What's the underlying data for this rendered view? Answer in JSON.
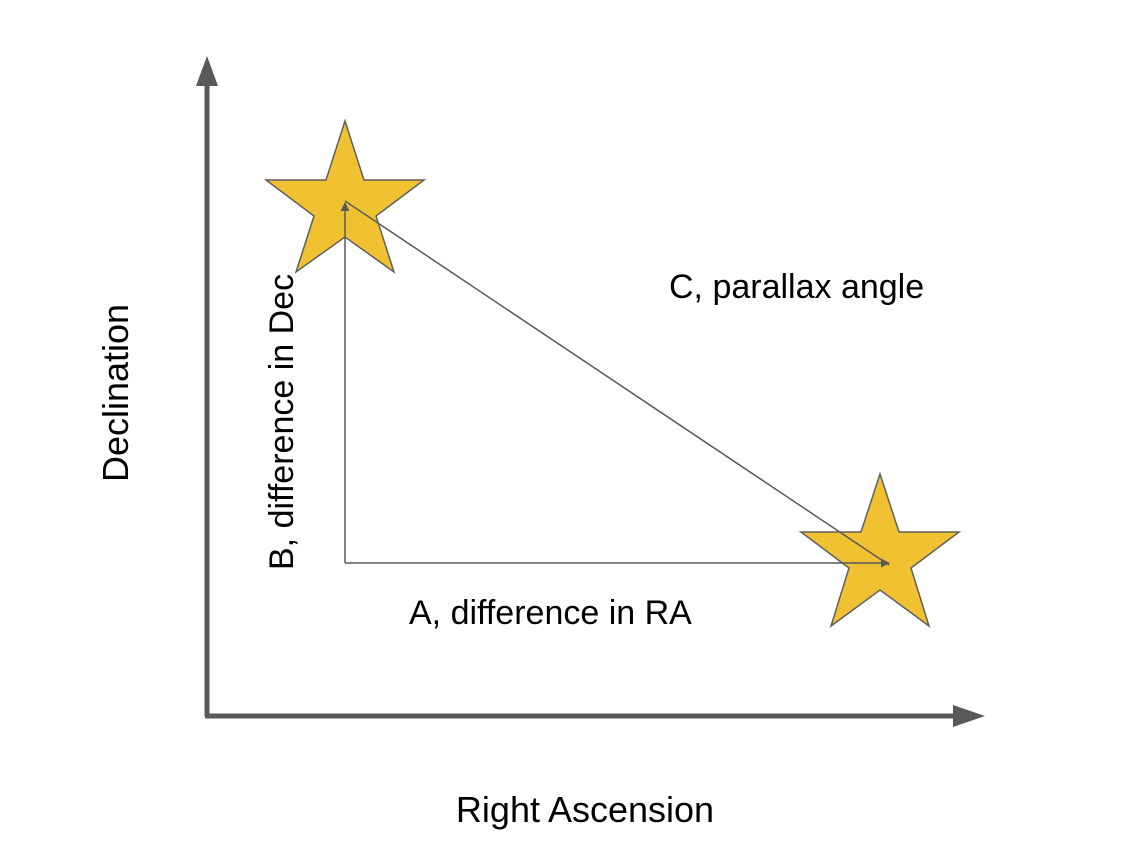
{
  "diagram": {
    "x_axis_label": "Right Ascension",
    "y_axis_label": "Declination",
    "label_a": "A, difference in RA",
    "label_b": "B, difference in Dec",
    "label_c": "C, parallax angle",
    "colors": {
      "axis": "#595959",
      "star_fill": "#f0c232",
      "star_stroke": "#5f5f5f",
      "line": "#595959",
      "text": "#000000"
    }
  }
}
